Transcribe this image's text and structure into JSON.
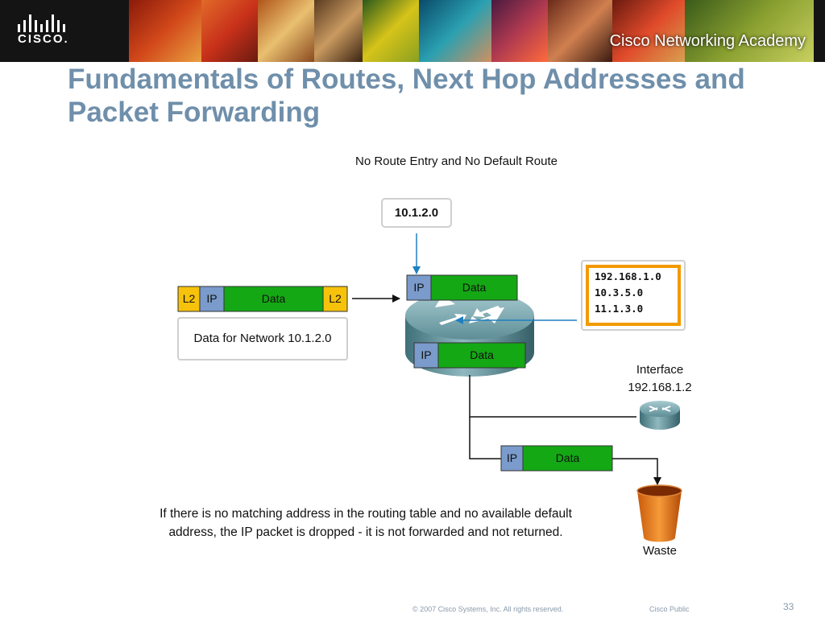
{
  "header": {
    "logo_text": "CISCO.",
    "academy_text": "Cisco Networking Academy"
  },
  "title": "Fundamentals of Routes, Next Hop Addresses and Packet Forwarding",
  "diagram": {
    "heading": "No Route Entry and No Default Route",
    "destination_address": "10.1.2.0",
    "incoming_frame": {
      "l2_left": "L2",
      "ip": "IP",
      "data": "Data",
      "l2_right": "L2"
    },
    "frame_description": "Data for Network 10.1.2.0",
    "router_packet_top": {
      "ip": "IP",
      "data": "Data"
    },
    "router_packet_bottom": {
      "ip": "IP",
      "data": "Data"
    },
    "routing_table": [
      "192.168.1.0",
      "10.3.5.0",
      "11.1.3.0"
    ],
    "interface_label": "Interface",
    "interface_address": "192.168.1.2",
    "dropped_packet": {
      "ip": "IP",
      "data": "Data"
    },
    "waste_label": "Waste",
    "caption": "If there is no matching address in the routing table and no available default address, the IP packet is dropped - it is not forwarded and not returned."
  },
  "footer": {
    "copyright": "© 2007 Cisco Systems, Inc. All rights reserved.",
    "classification": "Cisco Public",
    "page_number": "33"
  },
  "colors": {
    "title": "#6f8fab",
    "l2_box": "#f6c20b",
    "ip_box": "#7a9bcb",
    "data_box": "#14a814",
    "routing_table_border": "#f29a00"
  }
}
